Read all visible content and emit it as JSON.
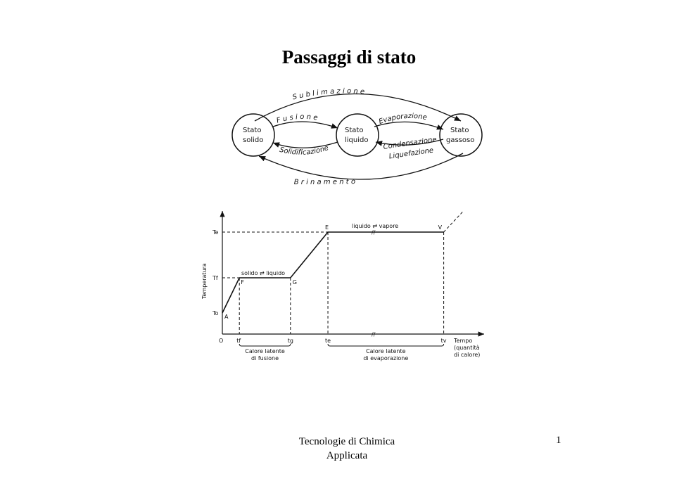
{
  "title": "Passaggi di stato",
  "diagram": {
    "states": [
      {
        "line1": "Stato",
        "line2": "solido"
      },
      {
        "line1": "Stato",
        "line2": "liquido"
      },
      {
        "line1": "Stato",
        "line2": "gassoso"
      }
    ],
    "transitions": {
      "sublimazione": "S u b l i m a z i o n e",
      "fusione": "F u s i o n e",
      "evaporazione": "Evaporazione",
      "solidificazione": "Solidificazione",
      "condensazione": "Condensazione",
      "liquefazione": "Liquefazione",
      "brinamento": "B r i n a m e n t o"
    }
  },
  "chart_data": {
    "type": "line",
    "ylabel": "Temperatura",
    "xlabel": "Tempo (quantità di calore)",
    "xlabel_lines": [
      "Tempo",
      "(quantità",
      "di calore)"
    ],
    "origin_label": "O",
    "y_ticks": [
      {
        "label": "To",
        "value": 1.2
      },
      {
        "label": "Tf",
        "value": 3.2
      },
      {
        "label": "Te",
        "value": 5.8
      }
    ],
    "x_ticks": [
      {
        "label": "tf",
        "value": 1
      },
      {
        "label": "tg",
        "value": 4
      },
      {
        "label": "te",
        "value": 6.2
      },
      {
        "label": "tv",
        "value": 13
      }
    ],
    "points": [
      {
        "label": "A",
        "x": 0,
        "y": 1.2
      },
      {
        "label": "F",
        "x": 1,
        "y": 3.2
      },
      {
        "label": "G",
        "x": 4,
        "y": 3.2
      },
      {
        "label": "E",
        "x": 6.2,
        "y": 5.8
      },
      {
        "label": "V",
        "x": 13,
        "y": 5.8
      }
    ],
    "annotations": {
      "fusion_plateau": "solido ⇄ liquido",
      "evap_plateau": "liquido ⇄ vapore",
      "latent_fusion": [
        "Calore latente",
        "di fusione"
      ],
      "latent_evap": [
        "Calore latente",
        "di evaporazione"
      ]
    }
  },
  "footer": {
    "line1": "Tecnologie di Chimica",
    "line2": "Applicata",
    "page_number": "1"
  }
}
